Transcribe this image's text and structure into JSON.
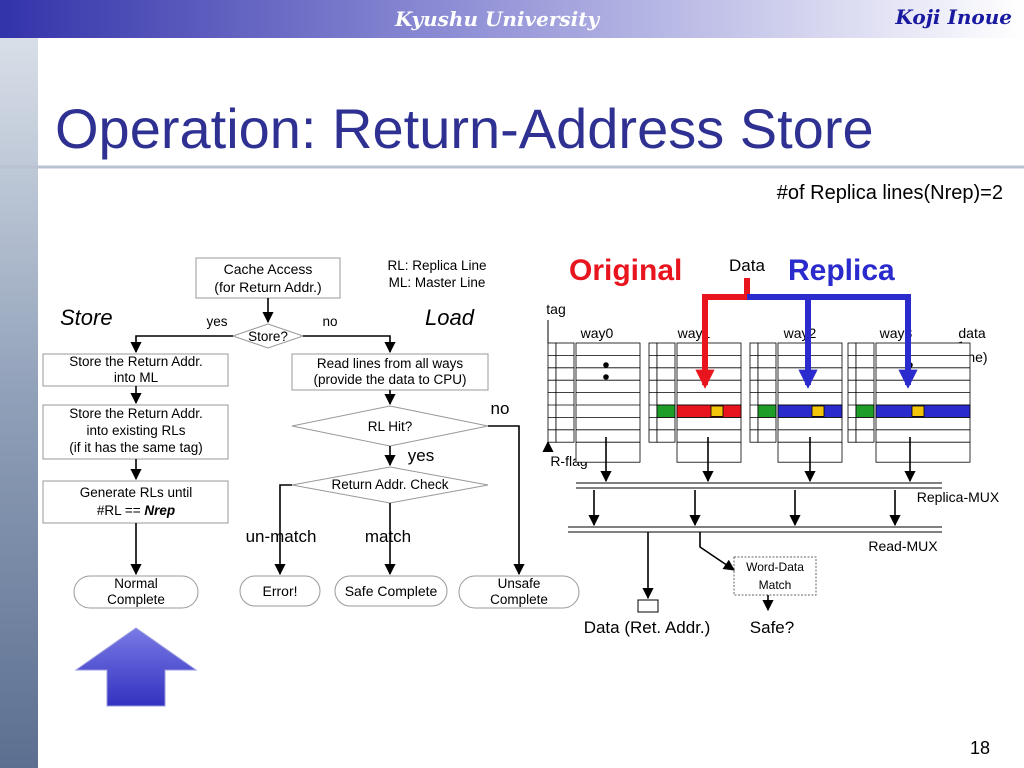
{
  "header": {
    "university": "Kyushu University",
    "author": "Koji Inoue"
  },
  "slide": {
    "title": "Operation: Return-Address Store",
    "subtitle": "#of Replica lines(Nrep)=2",
    "page_number": "18"
  },
  "flowchart": {
    "cache_access": [
      "Cache Access",
      "(for Return Addr.)"
    ],
    "legend": [
      "RL: Replica Line",
      "ML: Master Line"
    ],
    "store_label": "Store",
    "load_label": "Load",
    "yes_label": "yes",
    "no_label": "no",
    "store_decision": "Store?",
    "store_step1": [
      "Store the Return Addr.",
      "into ML"
    ],
    "store_step2": [
      "Store the Return Addr.",
      "into existing RLs",
      "(if it has the same tag)"
    ],
    "store_step3_line1": "Generate RLs until",
    "store_step3_prefix": "#RL == ",
    "store_step3_emph": "Nrep",
    "load_step1": [
      "Read lines from all ways",
      "(provide the data to CPU)"
    ],
    "rl_hit": "RL Hit?",
    "hit_no": "no",
    "hit_yes": "yes",
    "return_check": "Return Addr. Check",
    "unmatch_label": "un-match",
    "match_label": "match",
    "normal_complete": [
      "Normal",
      "Complete"
    ],
    "error": "Error!",
    "safe_complete": "Safe Complete",
    "unsafe_complete": [
      "Unsafe",
      "Complete"
    ]
  },
  "cache": {
    "original_label": "Original",
    "replica_label": "Replica",
    "data_label": "Data",
    "tag_label": "tag",
    "ways": [
      "way0",
      "way1",
      "way2",
      "way3"
    ],
    "data_line_label": [
      "data",
      "(line)"
    ],
    "rflag_label": "R-flag",
    "replica_mux": "Replica-MUX",
    "read_mux": "Read-MUX",
    "word_data_match": [
      "Word-Data",
      "Match"
    ],
    "data_ret_addr": "Data (Ret. Addr.)",
    "safe_q": "Safe?"
  },
  "colors": {
    "title": "#2e3192",
    "original": "#e8141e",
    "replica": "#2a2acd",
    "green": "#1e9e28",
    "yellow": "#f2c40a",
    "up_arrow": "#5a5ad8"
  }
}
